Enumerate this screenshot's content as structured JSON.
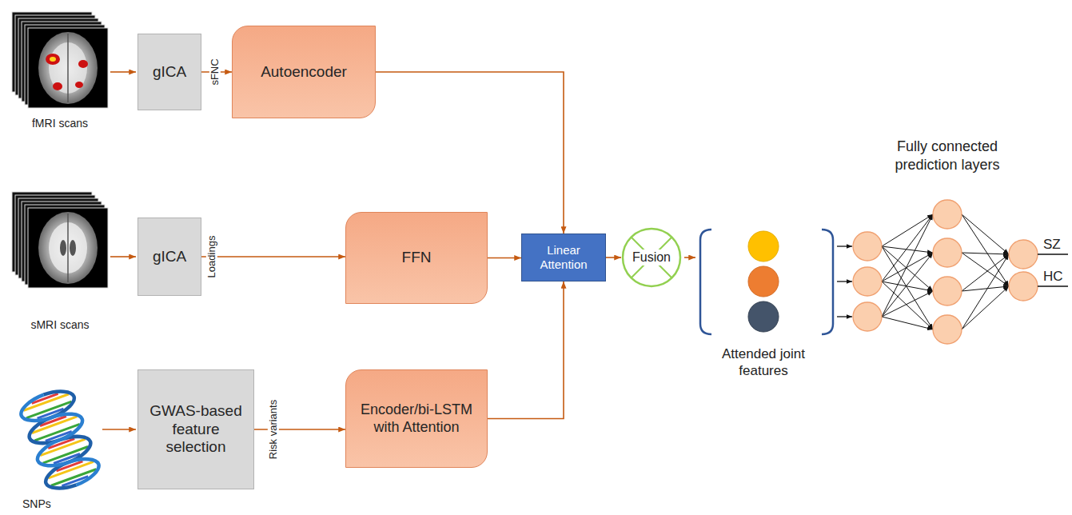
{
  "diagram": {
    "nodes": [
      {
        "text": [
          "gICA"
        ]
      },
      {
        "text": [
          "Autoencoder"
        ]
      },
      {
        "text": [
          "gICA"
        ]
      },
      {
        "text": [
          "FFN"
        ]
      },
      {
        "text": [
          "Linear Attention"
        ]
      },
      {
        "text": [
          "Fusion"
        ]
      },
      {
        "text": [
          "GWAS-based feature selection"
        ]
      },
      {
        "text": [
          "Encoder/bi-LSTM with Attention"
        ]
      }
    ],
    "edges": [
      {
        "from": 0,
        "to": 1,
        "arrow": "to",
        "label": "sFNC"
      },
      {
        "from": 2,
        "to": 3,
        "arrow": "to",
        "label": "Loadings"
      },
      {
        "from": 6,
        "to": 7,
        "arrow": "to",
        "label": "Risk variants"
      },
      {
        "from": 1,
        "to": 4,
        "arrow": "to"
      },
      {
        "from": 3,
        "to": 4,
        "arrow": "to"
      },
      {
        "from": 7,
        "to": 4,
        "arrow": "to"
      },
      {
        "from": 4,
        "to": 5,
        "arrow": "to"
      }
    ],
    "labels": [
      "fMRI scans",
      "Fully connected prediction layers",
      "SZ",
      "HC",
      "sMRI scans",
      "Attended joint features",
      "SNPs"
    ]
  }
}
